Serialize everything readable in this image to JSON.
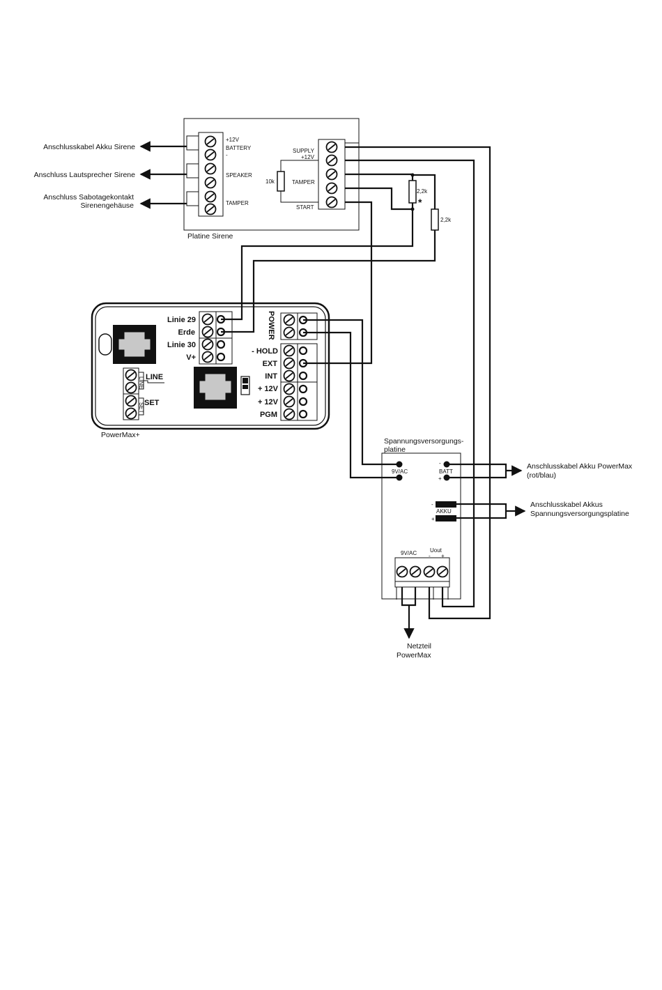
{
  "siren_board": {
    "title": "Platine Sirene",
    "labels": {
      "battery_plus": "+12V",
      "battery": "BATTERY",
      "battery_minus": "-",
      "speaker": "SPEAKER",
      "tamper_left": "TAMPER",
      "supply": "SUPPLY",
      "supply_plus": "+12V",
      "tamper_right": "TAMPER",
      "start": "START",
      "resistor_10k": "10k"
    }
  },
  "external_left": {
    "akku_sirene": "Anschlusskabel Akku Sirene",
    "lautsprecher": "Anschluss Lautsprecher Sirene",
    "sabotage_line1": "Anschluss Sabotagekontakt",
    "sabotage_line2": "Sirenengehäuse"
  },
  "resistors": {
    "r1": "2,2k",
    "r2": "2,2k",
    "asterisk": "*"
  },
  "powermax": {
    "title": "PowerMax+",
    "linie29": "Linie 29",
    "erde": "Erde",
    "linie30": "Linie 30",
    "vplus": "V+",
    "power": "POWER",
    "hold": "- HOLD",
    "ext": "EXT",
    "int": "INT",
    "p12a": "+ 12V",
    "p12b": "+ 12V",
    "pgm": "PGM",
    "line": "LINE",
    "set": "SET",
    "line_small": "LINE",
    "set_small": "SET"
  },
  "supply_board": {
    "title_line1": "Spannungsversorgungs-",
    "title_line2": "platine",
    "vac": "9V/AC",
    "batt": "BATT",
    "batt_minus": "-",
    "batt_plus": "+",
    "akku": "AKKU",
    "akku_minus": "-",
    "akku_plus": "+",
    "term_vac": "9V/AC",
    "uout": "Uout",
    "uout_minus": "-",
    "uout_plus": "+"
  },
  "external_right": {
    "akku_powermax_line1": "Anschlusskabel Akku PowerMax",
    "akku_powermax_line2": "(rot/blau)",
    "akkus_line1": "Anschlusskabel Akkus",
    "akkus_line2": "Spannungsversorgungsplatine",
    "netzteil_line1": "Netzteil",
    "netzteil_line2": "PowerMax"
  }
}
